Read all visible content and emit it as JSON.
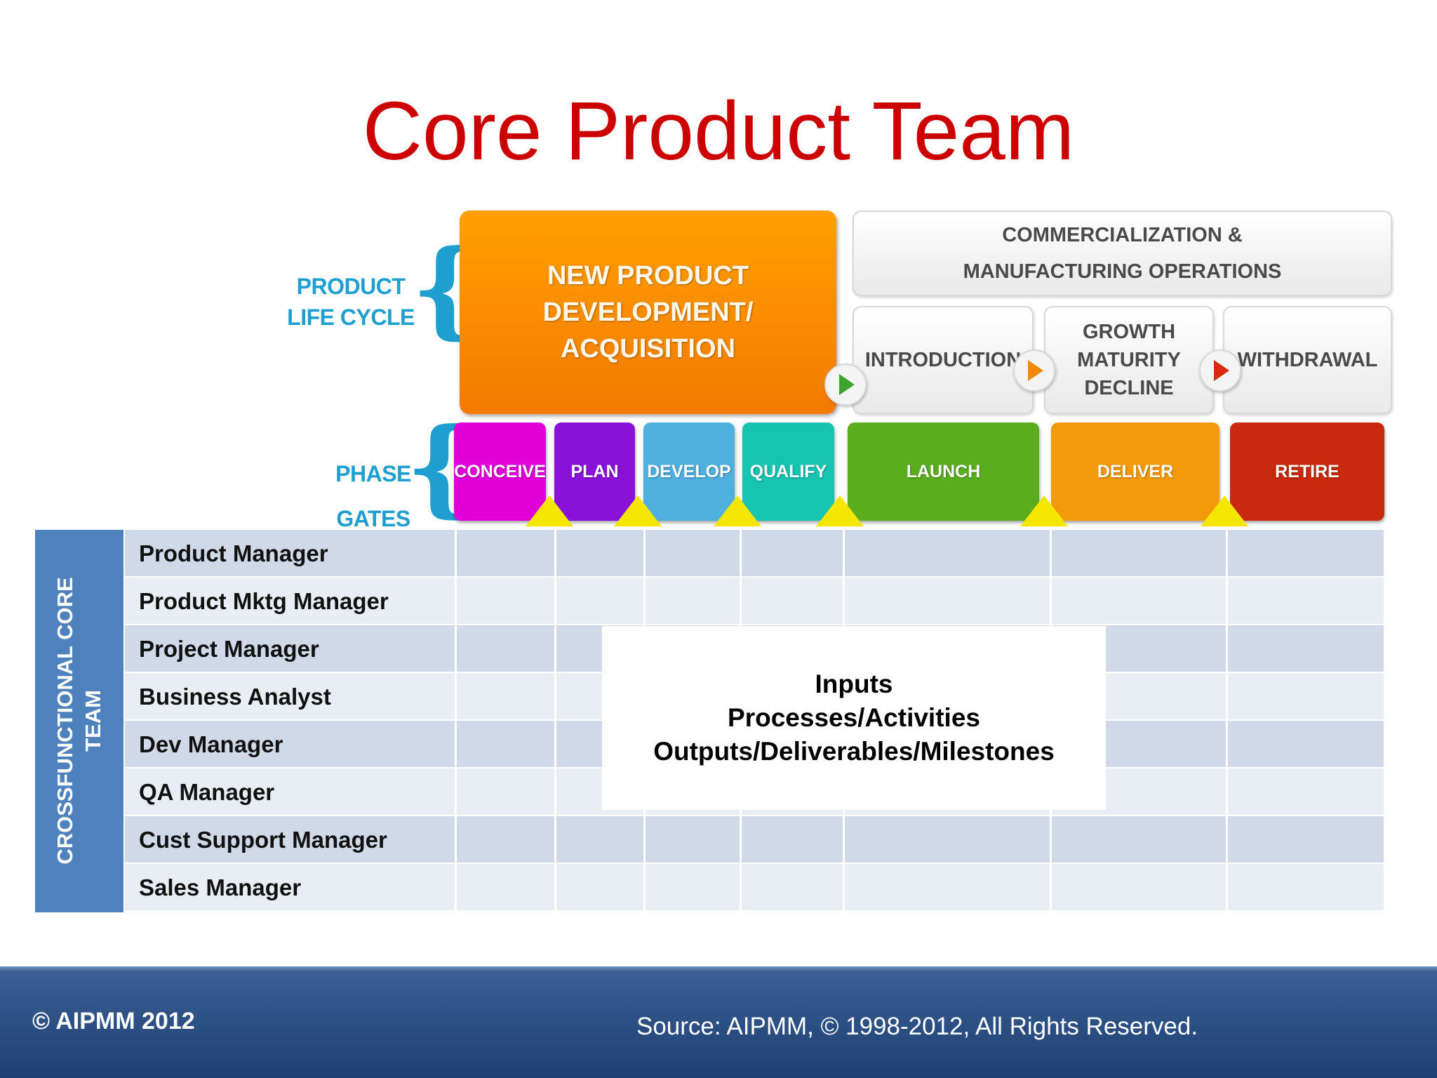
{
  "title": "Core Product Team",
  "lifecycle": {
    "label_line1": "PRODUCT",
    "label_line2": "LIFE CYCLE",
    "npd_line1": "NEW PRODUCT",
    "npd_line2": "DEVELOPMENT/",
    "npd_line3": "ACQUISITION",
    "commercial_line1": "COMMERCIALIZATION &",
    "commercial_line2": "MANUFACTURING OPERATIONS",
    "stages": {
      "introduction": "INTRODUCTION",
      "growth_line1": "GROWTH",
      "growth_line2": "MATURITY",
      "growth_line3": "DECLINE",
      "withdrawal": "WITHDRAWAL"
    }
  },
  "phase_gates": {
    "label_line1": "PHASE",
    "label_line2": "GATES",
    "phases": [
      {
        "label": "CONCEIVE",
        "color": "#e100d8"
      },
      {
        "label": "PLAN",
        "color": "#8a12d8"
      },
      {
        "label": "DEVELOP",
        "color": "#4fb0de"
      },
      {
        "label": "QUALIFY",
        "color": "#17c4b0"
      },
      {
        "label": "LAUNCH",
        "color": "#5aae1e"
      },
      {
        "label": "DELIVER",
        "color": "#f39a0a"
      },
      {
        "label": "RETIRE",
        "color": "#c9290c"
      }
    ],
    "gate_color": "#f5e600"
  },
  "team": {
    "side_label_line1": "CROSSFUNCTIONAL CORE",
    "side_label_line2": "TEAM",
    "roles": [
      "Product Manager",
      "Product Mktg Manager",
      "Project Manager",
      "Business Analyst",
      "Dev Manager",
      "QA Manager",
      "Cust Support Manager",
      "Sales Manager"
    ],
    "row_colors": [
      "#d0d9e8",
      "#e9edf4"
    ]
  },
  "info_box": {
    "line1": "Inputs",
    "line2": "Processes/Activities",
    "line3": "Outputs/Deliverables/Milestones"
  },
  "footer": {
    "copyright": "© AIPMM 2012",
    "source": "Source: AIPMM, © 1998-2012, All Rights Reserved."
  }
}
